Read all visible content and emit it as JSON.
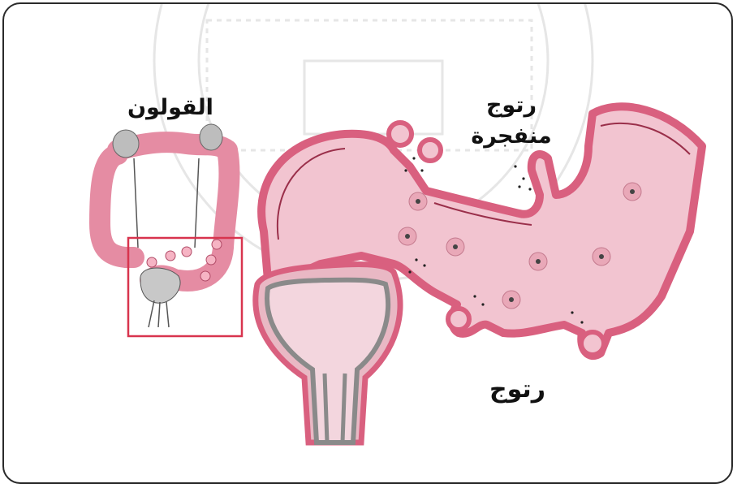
{
  "labels": {
    "colon": "القولون",
    "ruptured_line1": "رتوج",
    "ruptured_line2": "منفجرة",
    "diverticula": "رتوج"
  },
  "colors": {
    "tissue_pink": "#f2c4d0",
    "wall_pink": "#d9607f",
    "wall_dark": "#9a2f4a",
    "bladder_gray": "#b8b8b8",
    "highlight_box": "#d8344e"
  }
}
